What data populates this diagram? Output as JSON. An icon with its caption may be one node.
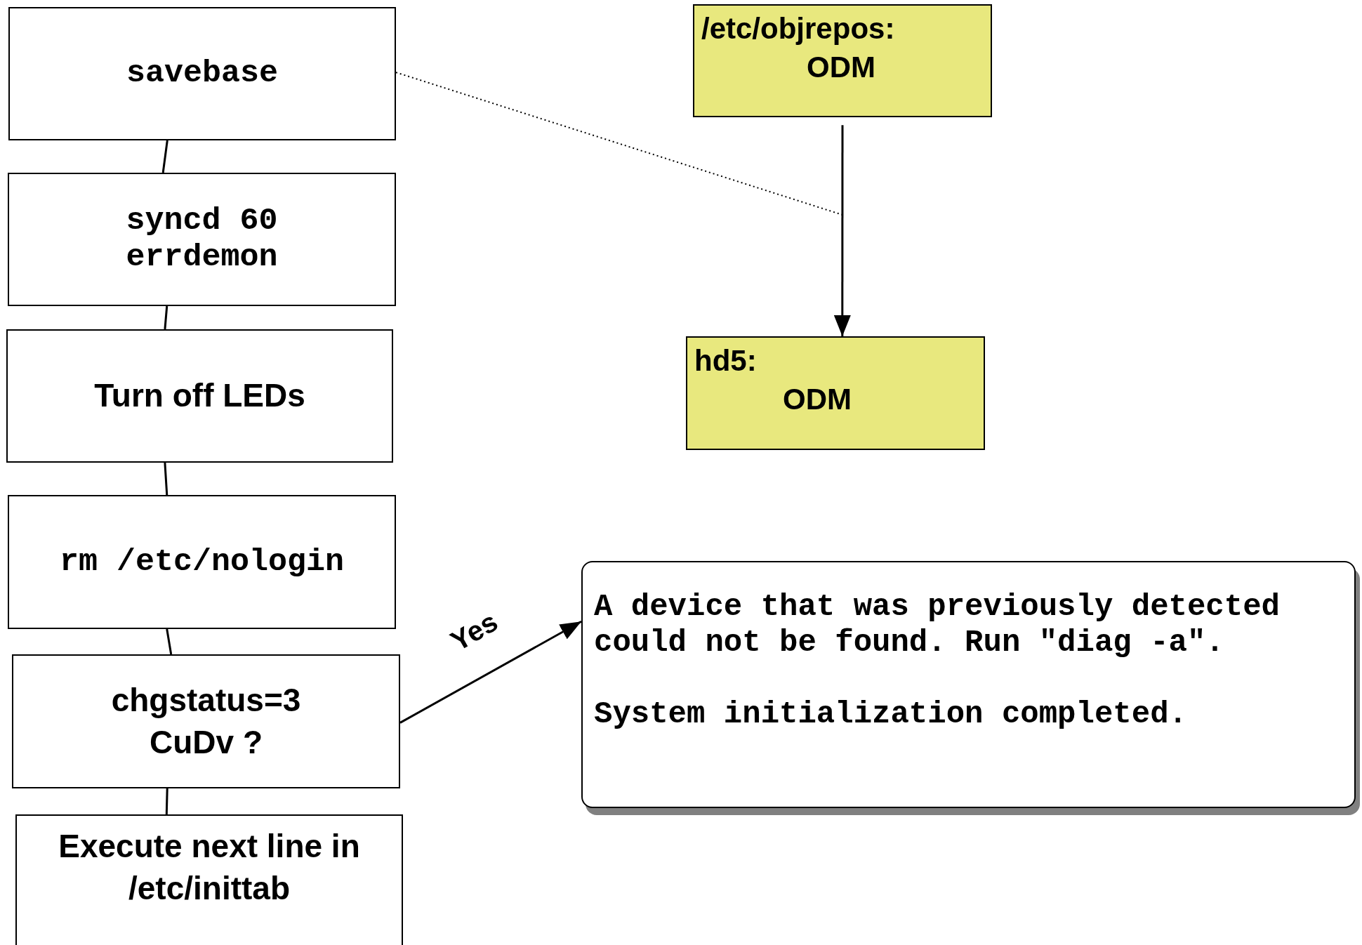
{
  "diagram": {
    "nodes": [
      {
        "text": [
          "savebase"
        ]
      },
      {
        "text": [
          "syncd 60",
          "errdemon"
        ]
      },
      {
        "text": [
          "Turn off LEDs"
        ]
      },
      {
        "text": [
          "rm /etc/nologin"
        ]
      },
      {
        "text": [
          "chgstatus=3",
          "CuDv ?"
        ]
      },
      {
        "text": [
          "Execute next line in /etc/inittab"
        ]
      },
      {
        "text": [
          "/etc/objrepos:",
          "ODM"
        ]
      },
      {
        "text": [
          "hd5:",
          "ODM"
        ]
      },
      {
        "text": [
          "A device that was previously detected could not be found. Run \"diag -a\".",
          "System initialization completed."
        ]
      }
    ],
    "edges": [
      {
        "from": 0,
        "to": 1,
        "arrow": "none"
      },
      {
        "from": 1,
        "to": 2,
        "arrow": "none"
      },
      {
        "from": 2,
        "to": 3,
        "arrow": "none"
      },
      {
        "from": 3,
        "to": 4,
        "arrow": "none"
      },
      {
        "from": 4,
        "to": 5,
        "arrow": "none"
      },
      {
        "from": 6,
        "to": 7,
        "arrow": "to"
      },
      {
        "from": 4,
        "to": 8,
        "arrow": "to",
        "label": "Yes"
      },
      {
        "from": 0,
        "to": null,
        "arrow": "none",
        "style": "dashed"
      }
    ]
  }
}
